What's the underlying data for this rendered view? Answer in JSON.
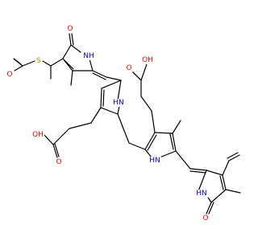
{
  "figure": {
    "background": "#ffffff",
    "bond_color": "#000000",
    "atom_colors": {
      "O": "#ff0000",
      "N": "#0000ff",
      "S": "#b8a000"
    }
  },
  "atoms": {
    "o_thioester": "O",
    "s_thioether": "S",
    "o_lactam_a": "O",
    "nh_lactam_a": "NH",
    "hn_pyrrole_b": "HN",
    "oh_acid_1": "OH",
    "o_acid_1": "O",
    "o_acid_2a": "O",
    "oh_acid_2": "OH",
    "hn_pyrrole_c": "HN",
    "hn_lactam_d": "HN",
    "o_lactam_d": "O"
  }
}
